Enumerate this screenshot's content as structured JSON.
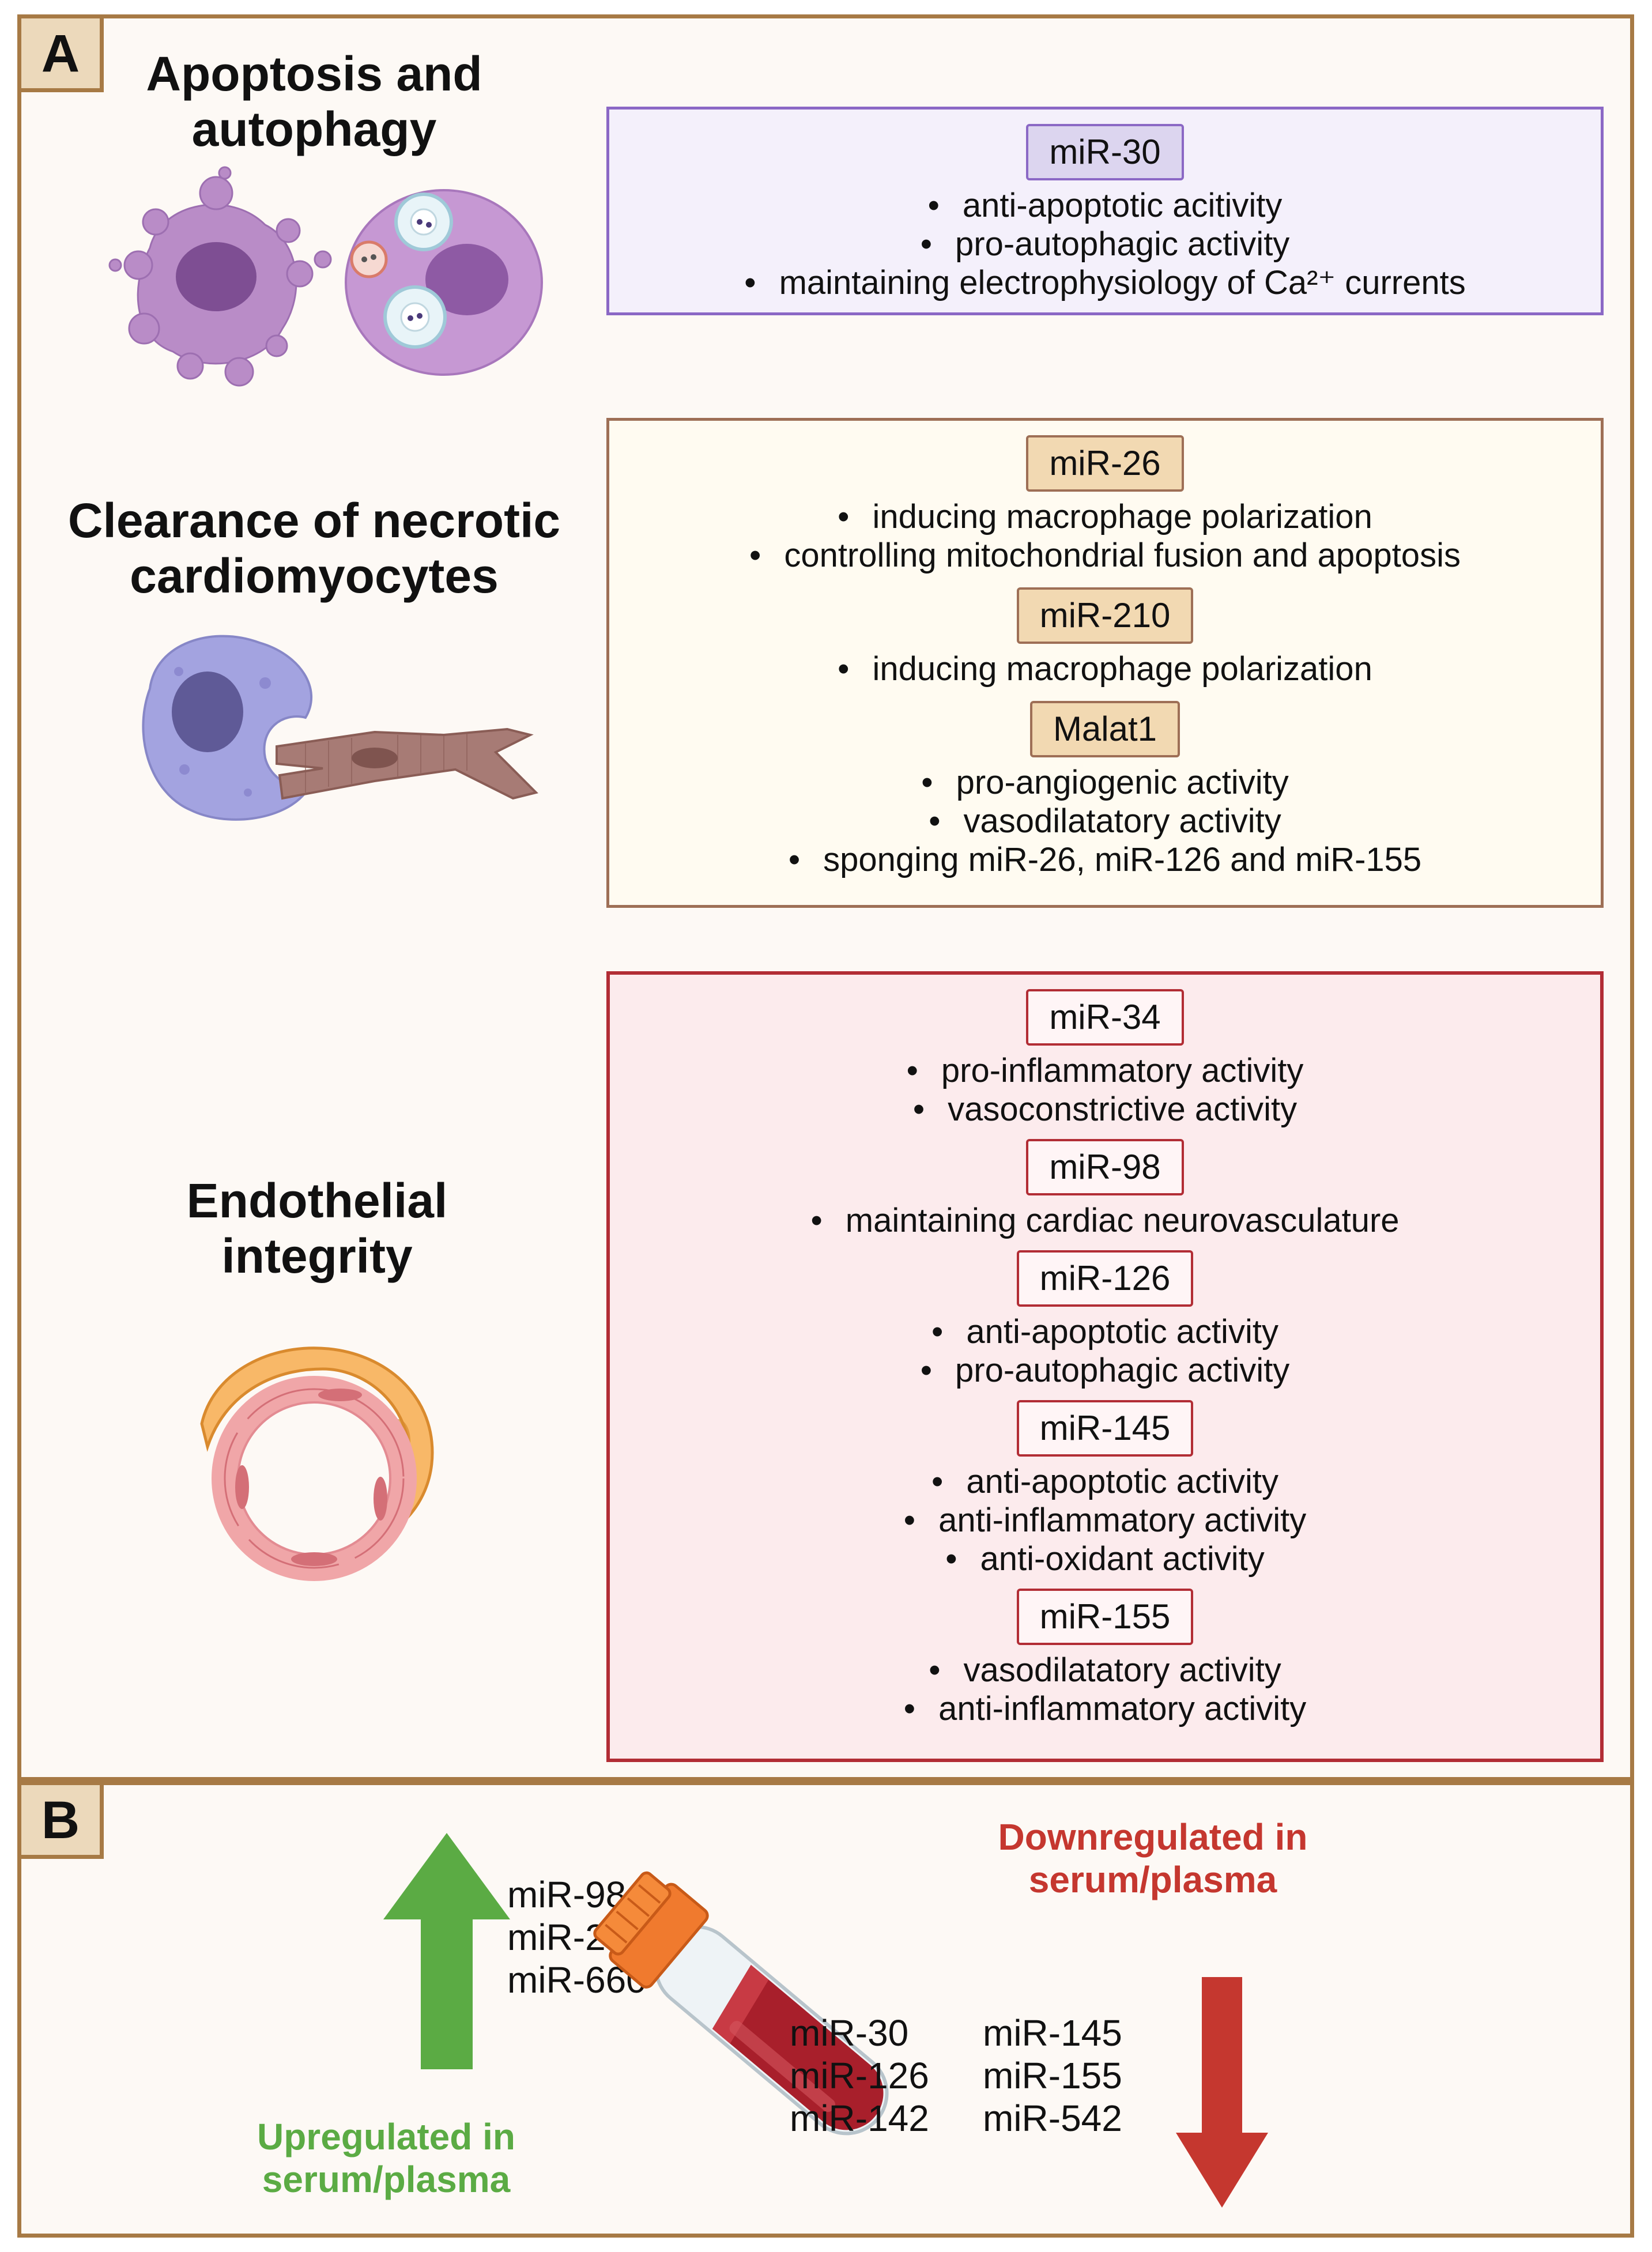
{
  "panel_a": {
    "letter": "A",
    "sections": [
      {
        "title": "Apoptosis and autophagy",
        "illustration": "apoptotic-and-autophagic-cells-icon",
        "accent": "#8b68c5",
        "fill": "#f4f0fb",
        "tags": [
          {
            "label": "miR-30",
            "bullets": [
              "anti-apoptotic acitivity",
              "pro-autophagic activity",
              "maintaining electrophysiology of Ca²⁺ currents"
            ]
          }
        ]
      },
      {
        "title": "Clearance of necrotic cardiomyocytes",
        "illustration": "macrophage-engulfing-cardiomyocyte-icon",
        "accent": "#9e6f56",
        "fill": "#fffbf1",
        "tags": [
          {
            "label": "miR-26",
            "bullets": [
              "inducing macrophage polarization",
              "controlling mitochondrial fusion and apoptosis"
            ]
          },
          {
            "label": "miR-210",
            "bullets": [
              "inducing macrophage polarization"
            ]
          },
          {
            "label": "Malat1",
            "bullets": [
              "pro-angiogenic activity",
              "vasodilatatory activity",
              "sponging miR-26, miR-126 and miR-155"
            ]
          }
        ]
      },
      {
        "title": "Endothelial integrity",
        "illustration": "blood-vessel-cross-section-icon",
        "accent": "#b22d35",
        "fill": "#fcebed",
        "tags": [
          {
            "label": "miR-34",
            "bullets": [
              "pro-inflammatory activity",
              "vasoconstrictive activity"
            ]
          },
          {
            "label": "miR-98",
            "bullets": [
              "maintaining cardiac neurovasculature"
            ]
          },
          {
            "label": "miR-126",
            "bullets": [
              "anti-apoptotic activity",
              "pro-autophagic activity"
            ]
          },
          {
            "label": "miR-145",
            "bullets": [
              "anti-apoptotic activity",
              "anti-inflammatory activity",
              "anti-oxidant activity"
            ]
          },
          {
            "label": "miR-155",
            "bullets": [
              "vasodilatatory activity",
              "anti-inflammatory activity"
            ]
          }
        ]
      }
    ]
  },
  "panel_b": {
    "letter": "B",
    "upregulated": {
      "label": "Upregulated in serum/plasma",
      "color": "#5bab44",
      "icon": "arrow-up-icon",
      "mirnas": [
        "miR-98",
        "miR-208",
        "miR-660"
      ]
    },
    "tube_icon": "blood-collection-tube-icon",
    "downregulated": {
      "label": "Downregulated in serum/plasma",
      "color": "#c5372f",
      "icon": "arrow-down-icon",
      "mirnas_col1": [
        "miR-30",
        "miR-126",
        "miR-142"
      ],
      "mirnas_col2": [
        "miR-145",
        "miR-155",
        "miR-542"
      ]
    }
  }
}
